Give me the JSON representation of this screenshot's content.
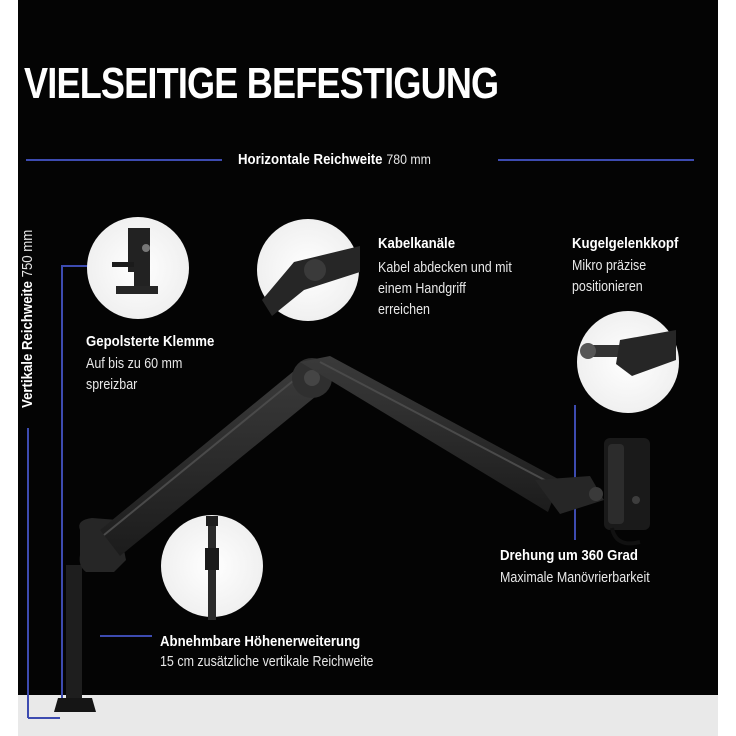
{
  "title": "VIELSEITIGE BEFESTIGUNG",
  "horizontal_reach": {
    "label": "Horizontale Reichweite",
    "value": "780 mm"
  },
  "vertical_reach": {
    "label": "Vertikale Reichweite",
    "value": "750 mm"
  },
  "features": {
    "clamp": {
      "title": "Gepolsterte Klemme",
      "text": "Auf bis zu 60 mm\nspreizbar"
    },
    "cable": {
      "title": "Kabelkanäle",
      "text": "Kabel abdecken und mit\neinem Handgriff\nerreichen"
    },
    "ballhead": {
      "title": "Kugelgelenkkopf",
      "text": "Mikro präzise\npositionieren"
    },
    "rotation": {
      "title": "Drehung um 360 Grad",
      "text": "Maximale Manövrierbarkeit"
    },
    "extension": {
      "title": "Abnehmbare Höhenerweiterung",
      "text": "15 cm zusätzliche vertikale Reichweite"
    }
  },
  "colors": {
    "background": "#040404",
    "accent_line": "#3d4bb0",
    "text": "#ffffff",
    "arm": "#2a2a2a",
    "desk": "#e9e9e9"
  }
}
